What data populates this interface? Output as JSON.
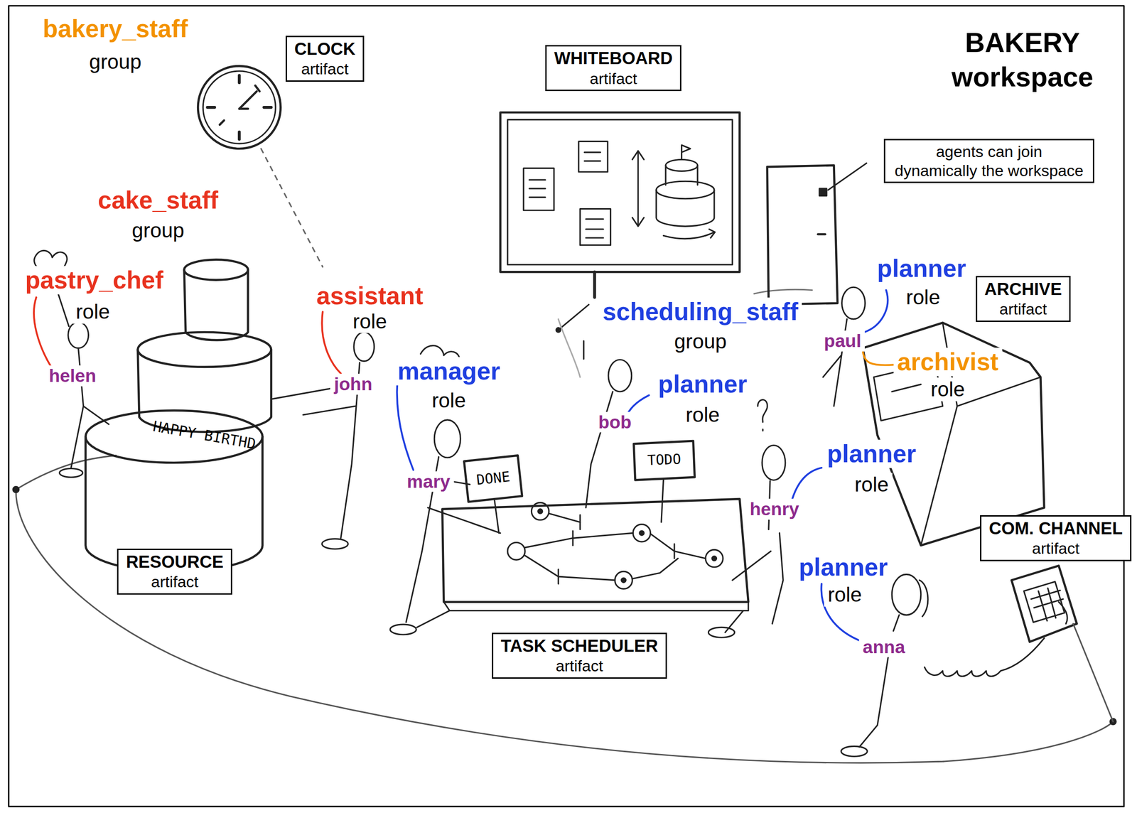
{
  "diagram": {
    "title": "BAKERY workspace",
    "nodes": [
      {
        "text": [
          "CLOCK",
          "artifact"
        ]
      },
      {
        "text": [
          "WHITEBOARD",
          "artifact"
        ]
      },
      {
        "text": [
          "agents can join dynamically the workspace"
        ]
      },
      {
        "text": [
          "ARCHIVE",
          "artifact"
        ]
      },
      {
        "text": [
          "COM. CHANNEL",
          "artifact"
        ]
      },
      {
        "text": [
          "RESOURCE",
          "artifact"
        ]
      },
      {
        "text": [
          "TASK SCHEDULER",
          "artifact"
        ]
      }
    ],
    "labels": [
      "bakery_staff",
      "group",
      "cake_staff",
      "group",
      "pastry_chef",
      "role",
      "helen",
      "assistant",
      "role",
      "john",
      "manager",
      "role",
      "mary",
      "scheduling_staff",
      "group",
      "planner",
      "role",
      "bob",
      "planner",
      "role",
      "paul",
      "archivist",
      "role",
      "planner",
      "role",
      "henry",
      "planner",
      "role",
      "anna",
      "HAPPY BIRTHD",
      "DONE",
      "TODO"
    ]
  }
}
